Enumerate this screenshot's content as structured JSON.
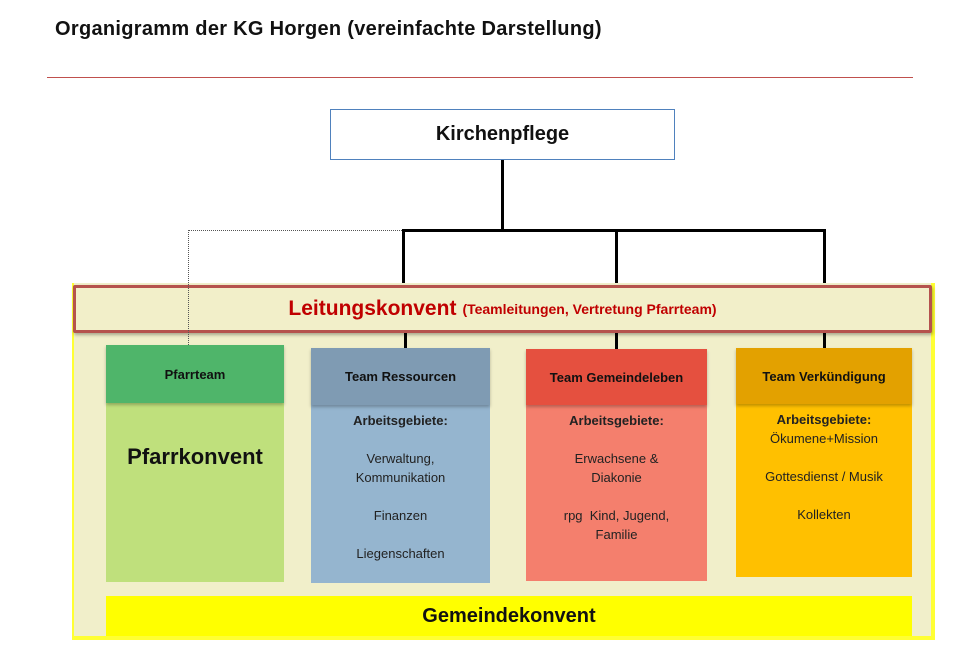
{
  "title": "Organigramm der KG Horgen (vereinfachte Darstellung)",
  "top": {
    "label": "Kirchenpflege"
  },
  "leitung": {
    "label": "Leitungskonvent",
    "detail": "(Teamleitungen, Vertretung Pfarrteam)"
  },
  "teams": [
    {
      "name": "Pfarrteam",
      "body_title": "Pfarrkonvent",
      "color_head": "#4fb56a",
      "color_body": "#bfe07c"
    },
    {
      "name": "Team Ressourcen",
      "heading": "Arbeitsgebiete:",
      "items": [
        "Verwaltung, Kommunikation",
        "Finanzen",
        "Liegenschaften"
      ],
      "color_head": "#7f9bb3",
      "color_body": "#95b5cf"
    },
    {
      "name": "Team Gemeindeleben",
      "heading": "Arbeitsgebiete:",
      "items": [
        "Erwachsene & Diakonie",
        "rpg  Kind, Jugend, Familie"
      ],
      "color_head": "#e5503f",
      "color_body": "#f47f6d"
    },
    {
      "name": "Team Verkündigung",
      "heading": "Arbeitsgebiete:",
      "items": [
        "Ökumene+Mission",
        "Gottesdienst / Musik",
        "Kollekten"
      ],
      "color_head": "#e3a100",
      "color_body": "#ffc000"
    }
  ],
  "bottom": {
    "label": "Gemeindekonvent"
  }
}
